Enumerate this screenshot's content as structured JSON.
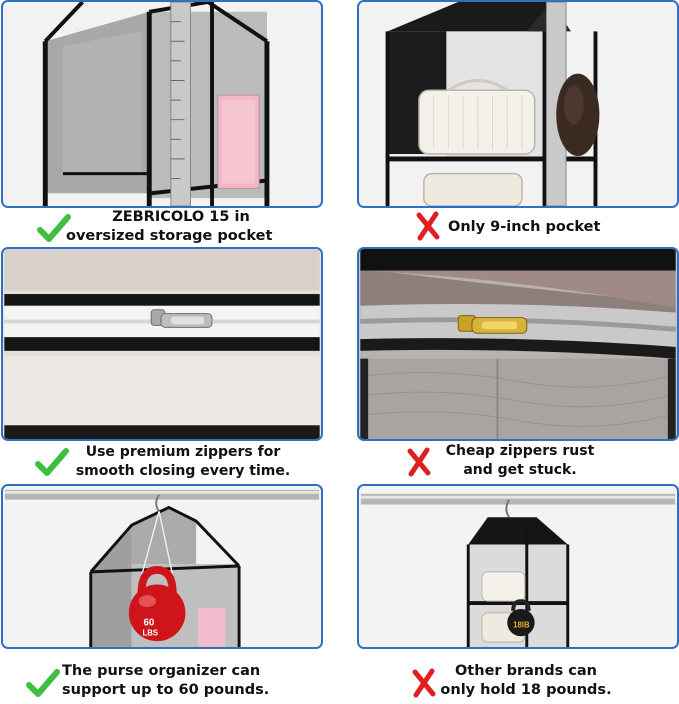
{
  "panels": [
    {
      "id": "zebricolo-pocket",
      "verdict": "check",
      "caption_lines": [
        "ZEBRICOLO 15 in",
        "oversized storage pocket"
      ]
    },
    {
      "id": "competitor-pocket",
      "verdict": "cross",
      "caption_lines": [
        "Only 9-inch pocket"
      ]
    },
    {
      "id": "zebricolo-zipper",
      "verdict": "check",
      "caption_lines": [
        "Use premium zippers for",
        "smooth closing every time."
      ]
    },
    {
      "id": "competitor-zipper",
      "verdict": "cross",
      "caption_lines": [
        "Cheap zippers rust",
        "and get stuck."
      ]
    },
    {
      "id": "zebricolo-capacity",
      "verdict": "check",
      "caption_lines": [
        "The purse organizer can",
        "support up to 60 pounds."
      ],
      "weight_label_top": "60",
      "weight_label_bottom": "LBS"
    },
    {
      "id": "competitor-capacity",
      "verdict": "cross",
      "caption_lines": [
        "Other brands can",
        "only hold 18 pounds."
      ],
      "weight_label": "18lB"
    }
  ],
  "colors": {
    "border": "#2f6fc4",
    "check": "#3fbf3f",
    "cross": "#e02020",
    "kettlebell": "#d0141c"
  }
}
